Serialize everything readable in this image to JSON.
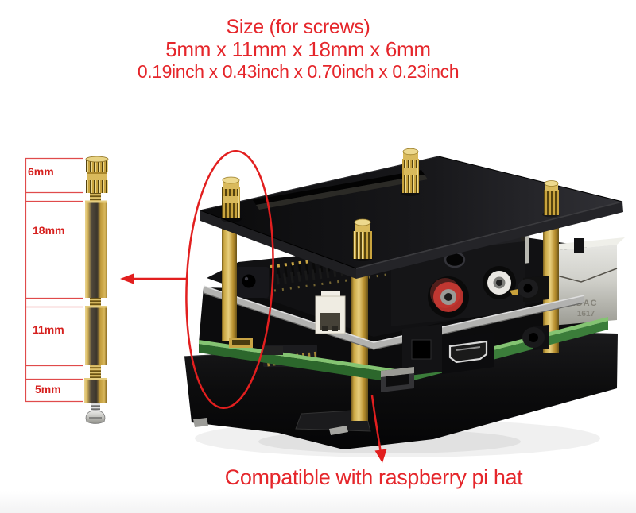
{
  "colors": {
    "annotation_red": "#e5262b",
    "dim_label_red": "#d6211f",
    "bracket_line_red": "#e04b4b",
    "brass": "#c9a43e",
    "acrylic_black": "#141416",
    "pcb_green": "#3a7a38"
  },
  "header": {
    "title": "Size (for screws)",
    "size_mm": "5mm x 11mm x 18mm x 6mm",
    "size_inch": "0.19inch x 0.43inch x 0.70inch x 0.23inch"
  },
  "standoff_diagram": {
    "dims": [
      {
        "label": "6mm"
      },
      {
        "label": "18mm"
      },
      {
        "label": "11mm"
      },
      {
        "label": "5mm"
      }
    ]
  },
  "photo": {
    "ethernet_stamp_top": "EDAC",
    "ethernet_stamp_bottom": "1617"
  },
  "caption": {
    "text": "Compatible with raspberry pi hat"
  }
}
